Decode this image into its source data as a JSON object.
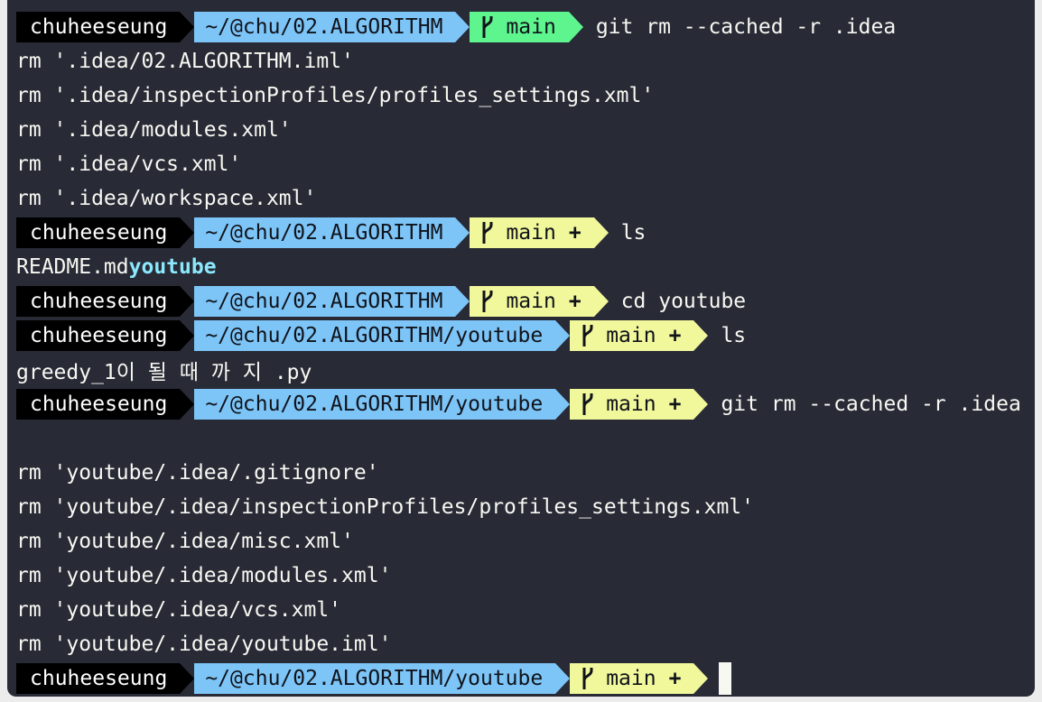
{
  "prompt": {
    "user": "chuheeseung",
    "branch": "main",
    "dirty_marker": "+"
  },
  "colors": {
    "background": "#282a36",
    "user_segment": "#000000",
    "path_segment": "#7dc4f7",
    "git_clean": "#5ef58f",
    "git_dirty": "#f1f79b",
    "directory": "#8be9fd"
  },
  "session": {
    "prompt1": {
      "path": "~/@chu/02.ALGORITHM",
      "command": "git rm --cached -r .idea"
    },
    "output1": [
      "rm '.idea/02.ALGORITHM.iml'",
      "rm '.idea/inspectionProfiles/profiles_settings.xml'",
      "rm '.idea/modules.xml'",
      "rm '.idea/vcs.xml'",
      "rm '.idea/workspace.xml'"
    ],
    "prompt2": {
      "path": "~/@chu/02.ALGORITHM",
      "command": "ls"
    },
    "ls1": {
      "file": "README.md",
      "dir": "youtube"
    },
    "prompt3": {
      "path": "~/@chu/02.ALGORITHM",
      "command": "cd youtube"
    },
    "prompt4": {
      "path": "~/@chu/02.ALGORITHM/youtube",
      "command": "ls"
    },
    "ls2": {
      "file": "greedy_1이 될 때 까 지 .py"
    },
    "prompt5": {
      "path": "~/@chu/02.ALGORITHM/youtube",
      "command": "git rm --cached -r .idea"
    },
    "output2": [
      "rm 'youtube/.idea/.gitignore'",
      "rm 'youtube/.idea/inspectionProfiles/profiles_settings.xml'",
      "rm 'youtube/.idea/misc.xml'",
      "rm 'youtube/.idea/modules.xml'",
      "rm 'youtube/.idea/vcs.xml'",
      "rm 'youtube/.idea/youtube.iml'"
    ],
    "prompt6": {
      "path": "~/@chu/02.ALGORITHM/youtube",
      "command": ""
    }
  }
}
